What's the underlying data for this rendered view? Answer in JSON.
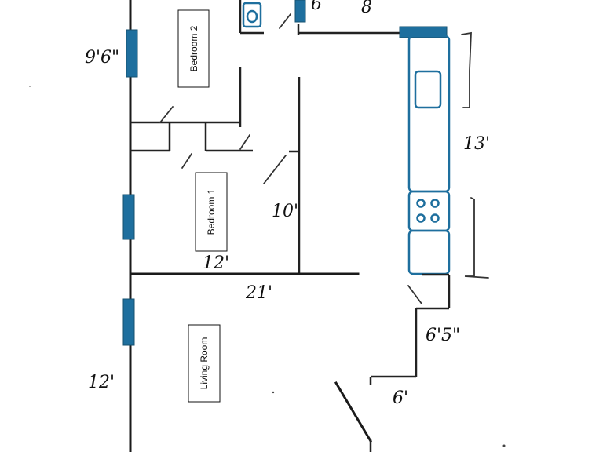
{
  "rooms": {
    "bedroom2": "Bedroom 2",
    "bedroom1": "Bedroom 1",
    "living": "Living Room"
  },
  "dimensions": {
    "top_left": "9'6\"",
    "top_right": "8",
    "top_six": "6",
    "kitchen": "13'",
    "bedroom1_height": "10'",
    "bedroom1_width": "12'",
    "middle": "21'",
    "entry": "6'5\"",
    "bottom_six": "6'",
    "living_height": "12'"
  },
  "colors": {
    "window": "#1e6f9e",
    "wall": "#1a1a1a"
  }
}
